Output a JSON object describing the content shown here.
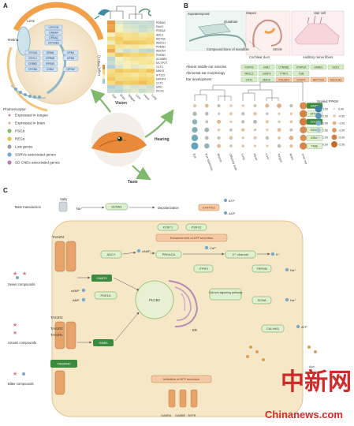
{
  "panels": {
    "a": "A",
    "b": "B",
    "c": "C"
  },
  "panelA": {
    "eye_labels": {
      "lens": "Lens",
      "retina": "Retina",
      "photoreceptor": "Photoreceptor"
    },
    "lens_genes": [
      "CRYGN",
      "CRBA4",
      "CRBA1",
      "CRYBB1"
    ],
    "retina_genes": [
      [
        "CRYAA",
        "GRM6",
        "OPN4"
      ],
      [
        "CRYL1",
        "GPR68",
        "OPN5"
      ],
      [
        "CRBB2",
        "RPE65",
        ""
      ],
      [
        "CRYBA",
        "CNN3",
        "OPSW"
      ]
    ],
    "heatmap_genes": [
      "PDE6G",
      "RAX2",
      "PDE6A",
      "ARL3",
      "RETN2",
      "ABCG1",
      "PDE6H",
      "ABCA4",
      "PDE6D",
      "AC08BS",
      "MCTP2T",
      "GLTC",
      "MKKS",
      "IFT122",
      "NPHP4",
      "CLTC",
      "MXK",
      "KIC01"
    ],
    "heatmap_cols": [
      "Eye",
      "Brain",
      "Tongue",
      "Liver",
      "Heart",
      "Lung"
    ],
    "heatmap_ylabel": "Log2(TPM+1)",
    "heatmap_values": [
      [
        3.4,
        0.8,
        0.6,
        0.5,
        0.6,
        0.5
      ],
      [
        3.1,
        1.1,
        0.8,
        0.7,
        0.5,
        0.6
      ],
      [
        3.3,
        1.2,
        0.9,
        0.8,
        0.6,
        0.8
      ],
      [
        1.2,
        2.0,
        1.8,
        1.9,
        1.6,
        1.8
      ],
      [
        2.1,
        2.4,
        1.9,
        2.0,
        1.9,
        2.1
      ],
      [
        1.0,
        2.3,
        2.6,
        2.5,
        2.4,
        2.2
      ],
      [
        2.4,
        1.7,
        1.5,
        1.6,
        1.4,
        1.3
      ],
      [
        3.0,
        0.9,
        0.6,
        0.8,
        0.5,
        0.4
      ],
      [
        1.8,
        2.6,
        2.3,
        2.1,
        2.3,
        2.0
      ],
      [
        0.4,
        1.2,
        1.5,
        1.8,
        1.7,
        1.5
      ],
      [
        0.6,
        1.0,
        1.3,
        1.4,
        1.6,
        1.7
      ],
      [
        0.2,
        0.8,
        1.1,
        0.9,
        1.0,
        1.2
      ],
      [
        1.9,
        2.5,
        2.3,
        2.4,
        2.2,
        2.6
      ],
      [
        2.2,
        2.0,
        1.8,
        1.6,
        1.9,
        1.7
      ],
      [
        2.5,
        1.9,
        2.1,
        2.0,
        2.3,
        2.2
      ],
      [
        2.0,
        2.6,
        2.4,
        2.5,
        2.7,
        2.3
      ],
      [
        0.3,
        0.5,
        0.9,
        0.7,
        0.8,
        0.6
      ],
      [
        0.5,
        0.4,
        0.7,
        0.9,
        0.6,
        0.8
      ]
    ]
  },
  "legend": [
    {
      "label": "Expressed in tongue",
      "color": "#e0768c",
      "marker": "star"
    },
    {
      "label": "Expressed in brain",
      "color": "#d9a05a",
      "marker": "star"
    },
    {
      "label": "PSGs",
      "color": "#7fbf6a",
      "marker": "circle"
    },
    {
      "label": "REGs",
      "color": "#e3c24a",
      "marker": "circle"
    },
    {
      "label": "Lost genes",
      "color": "#9fa0a0",
      "marker": "circle"
    },
    {
      "label": "SSRVs associated genes",
      "color": "#6fa8d6",
      "marker": "circle"
    },
    {
      "label": "SD CNEs associated genes",
      "color": "#c07ab8",
      "marker": "circle"
    }
  ],
  "arrows": {
    "vision": "Vision",
    "hearing": "Hearing",
    "taste": "Taste"
  },
  "panelB": {
    "ear_labels": {
      "supratemporal": "Supratemporal",
      "quadrate": "Quadrate",
      "stapes": "Stapes",
      "compound": "Compound bone\nof mandible",
      "utricle": "Utricle",
      "cochlear": "Cochlear duct",
      "hair_cell": "Hair cell",
      "nerve": "Auditory nerve fibers"
    },
    "gene_rows": [
      {
        "label": "Absent middle ear ossicles",
        "genes": [
          "FGFR3",
          "GMO",
          "CTNNB1",
          "STAP2A",
          "HAND1",
          "DCE1"
        ]
      },
      {
        "label": "Abnormal ear morphology",
        "genes": [
          "MRZL2",
          "CASP3",
          "TYRP1",
          "TUB",
          "",
          ""
        ]
      },
      {
        "label": "Ear development",
        "genes": [
          "OTX1",
          "MAFB",
          "POU3F4",
          "GTDP1",
          "BRYTGA",
          "MCOLN3"
        ]
      }
    ],
    "dot_genes": [
      "DRAP",
      "ATFC3",
      "COCH",
      "S30A8",
      "GRM7",
      "TMIE"
    ],
    "dot_cols": [
      "Eye",
      "Eye epidermis",
      "Muscle",
      "Olfactory bulb",
      "Lung",
      "Heart",
      "Liver",
      "Tongue",
      "Brain",
      "Inner ear"
    ],
    "dot_values": [
      [
        0.5,
        0.8,
        -0.5,
        0.3,
        0.2,
        -0.4,
        0.9,
        1.2,
        -0.6,
        2.5
      ],
      [
        -1.0,
        -0.7,
        -0.2,
        0.4,
        -0.5,
        0.6,
        -0.3,
        0.1,
        0.3,
        2.7
      ],
      [
        -1.5,
        -0.4,
        0.9,
        0.2,
        -0.6,
        -0.8,
        0.5,
        -0.2,
        0.4,
        2.9
      ],
      [
        -1.8,
        -1.2,
        0.3,
        -0.4,
        0.6,
        -0.2,
        0.2,
        0.8,
        -0.5,
        2.4
      ],
      [
        -2.2,
        -0.8,
        -0.5,
        0.7,
        0.3,
        0.5,
        -0.6,
        0.4,
        1.1,
        2.2
      ],
      [
        -2.5,
        -1.5,
        0.8,
        -0.3,
        0.4,
        0.2,
        0.1,
        -0.7,
        0.6,
        2.6
      ]
    ],
    "scale_title": "Scaled FPKM",
    "scale_values": [
      "3.00",
      "2.50",
      "2.00",
      "1.50",
      "1.00",
      "0.50",
      "0.00",
      "-0.50",
      "-1.00",
      "-1.50",
      "-2.00",
      "-2.50"
    ]
  },
  "panelC": {
    "taste_transduction": "Taste transduction",
    "salty": "Salty",
    "na_top": "Na⁺",
    "scnn1": "SCNN1",
    "depolarization": "Depolarization",
    "entpd2": "ENTPD2",
    "atp": "ATP",
    "adp": "ADP",
    "p2ry1": "P2RY1",
    "p2rx2": "P2RX2",
    "enhancement": "Enhancement of ATP secretion",
    "adcy": "ADCY",
    "camp": "cAMP",
    "prkaca": "PRKACA",
    "ca": "Ca²⁺",
    "k_channel": "K⁺ channel",
    "k": "K⁺",
    "trpm5": "TRPM5",
    "na_right": "Na⁺",
    "tas1r2": "TAS1R2",
    "tas1r3_1": "TAS1R3",
    "sweet": "Sweet compounds",
    "gnat3": "GNAT3",
    "itpr3": "ITPR3",
    "camp2": "cAMP",
    "amp": "AMP",
    "pde1a": "PDE1A",
    "plcb2": "PLCB2",
    "calcium_pathway": "Calcium\nsignaling pathway",
    "er": "ER",
    "scna": "SCNA",
    "na_right2": "Na⁺",
    "tas1r3_2": "TAS1R3",
    "tas1r1": "TAS1R1",
    "umami": "Umami compounds",
    "gnb3": "GNB3",
    "calhm1": "CALHM1",
    "atp_out": "ATP",
    "tas2r40": "TAS2R40",
    "bitter": "Bitter compounds",
    "inhibition": "Inhibition of ATP secretion",
    "receptors_bottom": [
      "GABRA",
      "GABBR",
      "SHTR"
    ],
    "ach": "Ach"
  },
  "watermark": {
    "title": "中新网",
    "site": "Chinanews.com"
  },
  "colors": {
    "dark_green": "#3b8a3e",
    "light_green": "#dff0d0",
    "orange": "#e07a3a",
    "cell": "#f6e7c6",
    "teal": "#6fb7c9"
  }
}
